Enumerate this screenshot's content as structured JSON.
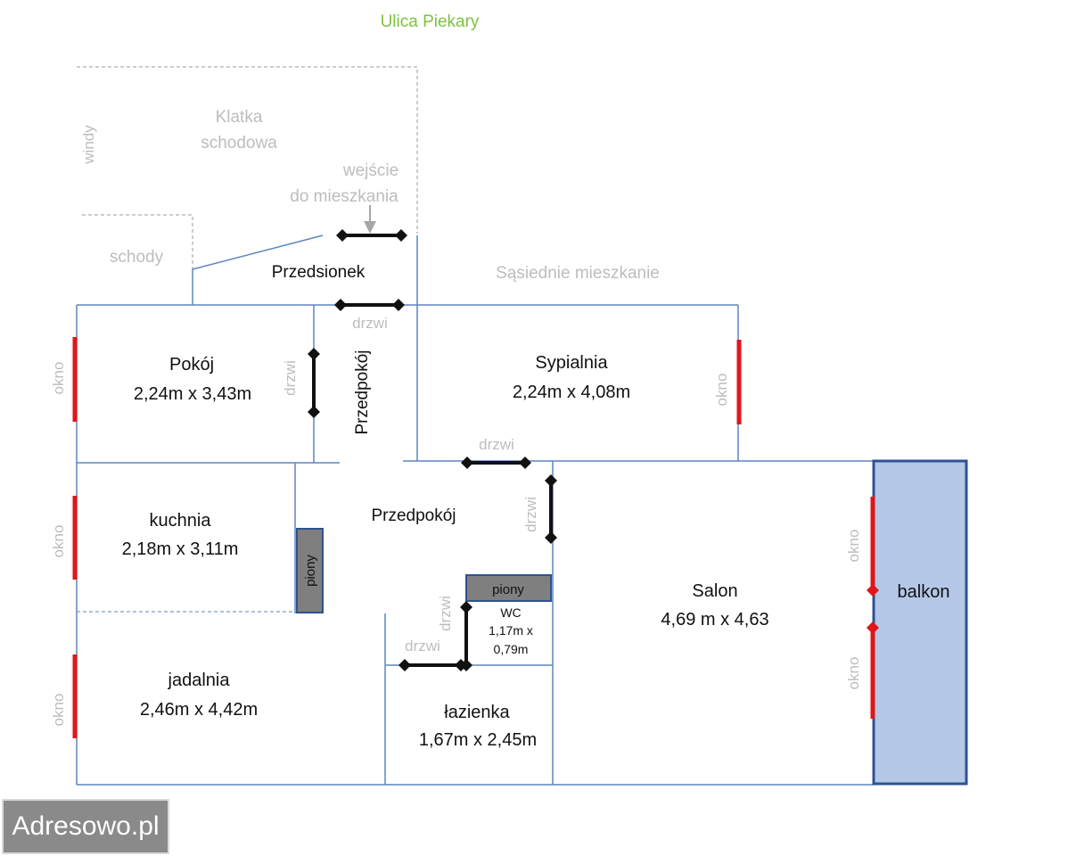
{
  "street": "Ulica Piekary",
  "stairwell": {
    "line1": "Klatka",
    "line2": "schodowa"
  },
  "elevators": "windy",
  "stairs": "schody",
  "entrance": {
    "line1": "wejście",
    "line2": "do mieszkania"
  },
  "neighbor": "Sąsiednie mieszkanie",
  "rooms": {
    "vestibule": "Przedsionek",
    "hall_vertical": "Przedpokój",
    "hall": "Przedpokój",
    "room": {
      "name": "Pokój",
      "size": "2,24m x 3,43m"
    },
    "bedroom": {
      "name": "Sypialnia",
      "size": "2,24m x 4,08m"
    },
    "kitchen": {
      "name": "kuchnia",
      "size": "2,18m x 3,11m"
    },
    "dining": {
      "name": "jadalnia",
      "size": "2,46m x 4,42m"
    },
    "bathroom": {
      "name": "łazienka",
      "size": "1,67m x 2,45m"
    },
    "living": {
      "name": "Salon",
      "size": "4,69 m x 4,63"
    },
    "wc": {
      "name": "WC",
      "size1": "1,17m x",
      "size2": "0,79m"
    },
    "balcony": "balkon"
  },
  "labels": {
    "door": "drzwi",
    "window": "okno",
    "risers": "piony"
  },
  "watermark": "Adresowo.pl",
  "colors": {
    "wall": "#5b86bd",
    "window": "#e0161b",
    "door": "#111111",
    "balcony_fill": "#b4c7e7",
    "riser_fill": "#7f7f7f",
    "street_text": "#7dc242"
  }
}
